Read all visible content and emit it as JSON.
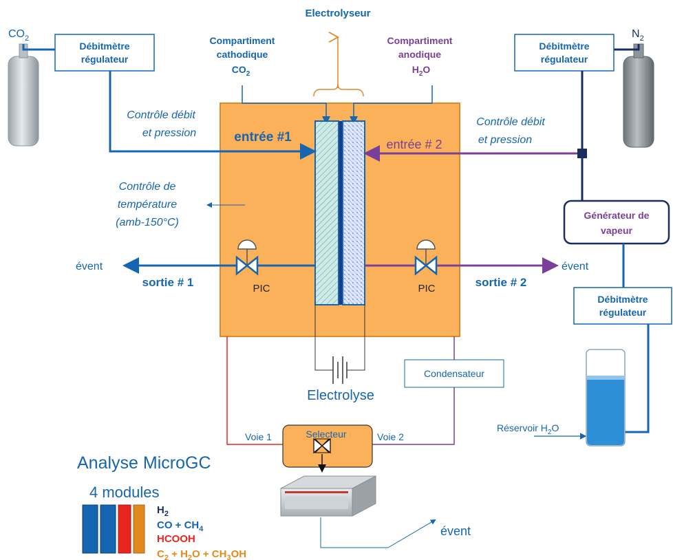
{
  "labels": {
    "electrolyseur": "Electrolyseur",
    "co2_gas": "CO",
    "co2_sub": "2",
    "n2_gas": "N",
    "n2_sub": "2",
    "debit_left_1": "Débitmètre",
    "debit_left_2": "régulateur",
    "debit_right_1": "Débitmètre",
    "debit_right_2": "régulateur",
    "debit_bottom_1": "Débitmètre",
    "debit_bottom_2": "régulateur",
    "cath_1": "Compartiment",
    "cath_2": "cathodique",
    "cath_3": "CO",
    "cath_3_sub": "2",
    "anod_1": "Compartiment",
    "anod_2": "anodique",
    "anod_3": "H",
    "anod_3_sub": "2",
    "anod_3_end": "O",
    "ctrl_left_1": "Contrôle débit",
    "ctrl_left_2": "et pression",
    "ctrl_right_1": "Contrôle débit",
    "ctrl_right_2": "et pression",
    "entree1": "entrée #1",
    "entree2": "entrée # 2",
    "temp_1": "Contrôle de",
    "temp_2": "température",
    "temp_3": "(amb-150°C)",
    "generateur_1": "Générateur de",
    "generateur_2": "vapeur",
    "event_left": "évent",
    "event_right": "évent",
    "event_bottom": "évent",
    "sortie1": "sortie # 1",
    "sortie2": "sortie # 2",
    "pic_left": "PIC",
    "pic_right": "PIC",
    "electrolyse": "Electrolyse",
    "condensateur": "Condensateur",
    "voie1": "Voie 1",
    "voie2": "Voie 2",
    "selecteur": "Selecteur",
    "reservoir": "Réservoir H",
    "reservoir_sub": "2",
    "reservoir_end": "O",
    "analyse": "Analyse MicroGC",
    "modules": "4 modules",
    "mod_h2": "H",
    "mod_h2_sub": "2",
    "mod_co_a": "CO + CH",
    "mod_co_sub": "4",
    "mod_hcooh": "HCOOH",
    "mod_c2_a": "C",
    "mod_c2_sub1": "2",
    "mod_c2_b": " + H",
    "mod_c2_sub2": "2",
    "mod_c2_c": "O + CH",
    "mod_c2_sub3": "3",
    "mod_c2_d": "OH"
  },
  "colors": {
    "blue": "#1565b0",
    "dark_navy": "#1a2e5e",
    "purple": "#7a3f96",
    "orange_fill": "#fbb05a",
    "orange_stroke": "#e0892a",
    "red": "#e8261f",
    "orange_text": "#e08a1e",
    "water": "#2d8fd6"
  },
  "icons": [
    "co2-cylinder-icon",
    "n2-cylinder-icon",
    "valve-icon",
    "battery-icon",
    "selector-valve-icon",
    "microgc-device-icon",
    "water-reservoir-icon"
  ]
}
